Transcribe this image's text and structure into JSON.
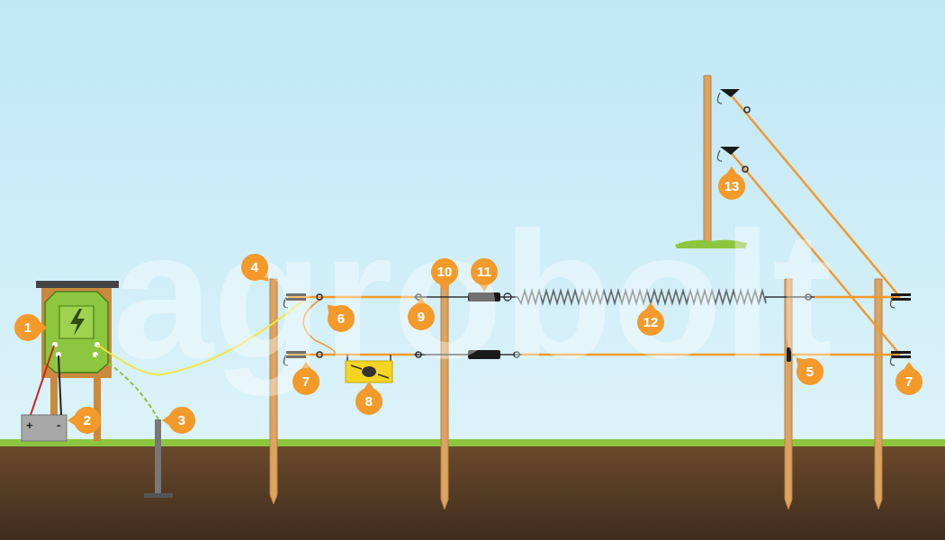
{
  "diagram": {
    "labels": [
      "agrobolt",
      "1",
      "2",
      "+",
      "-",
      "3",
      "4",
      "6",
      "7",
      "8",
      "9",
      "10",
      "11",
      "12",
      "13",
      "5",
      "7"
    ]
  }
}
